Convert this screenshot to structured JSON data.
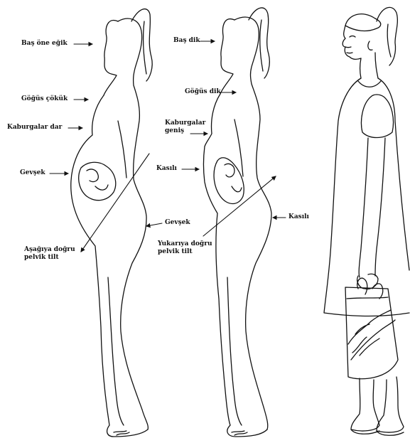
{
  "figure": {
    "left_panel": {
      "labels": {
        "head": "Baş öne eğik",
        "chest": "Göğüs çökük",
        "ribs": "Kaburgalar dar",
        "abdomen": "Gevşek",
        "back": "Gevşek",
        "pelvis": "Aşağıya doğru\npelvik tilt"
      }
    },
    "middle_panel": {
      "labels": {
        "head": "Baş dik",
        "chest": "Göğüs dik",
        "ribs": "Kaburgalar\ngeniş",
        "abdomen": "Kasılı",
        "back": "Kasılı",
        "pelvis": "Yukarıya doğru\npelvik tilt"
      }
    }
  },
  "colors": {
    "ink": "#111111",
    "paper": "#ffffff"
  }
}
